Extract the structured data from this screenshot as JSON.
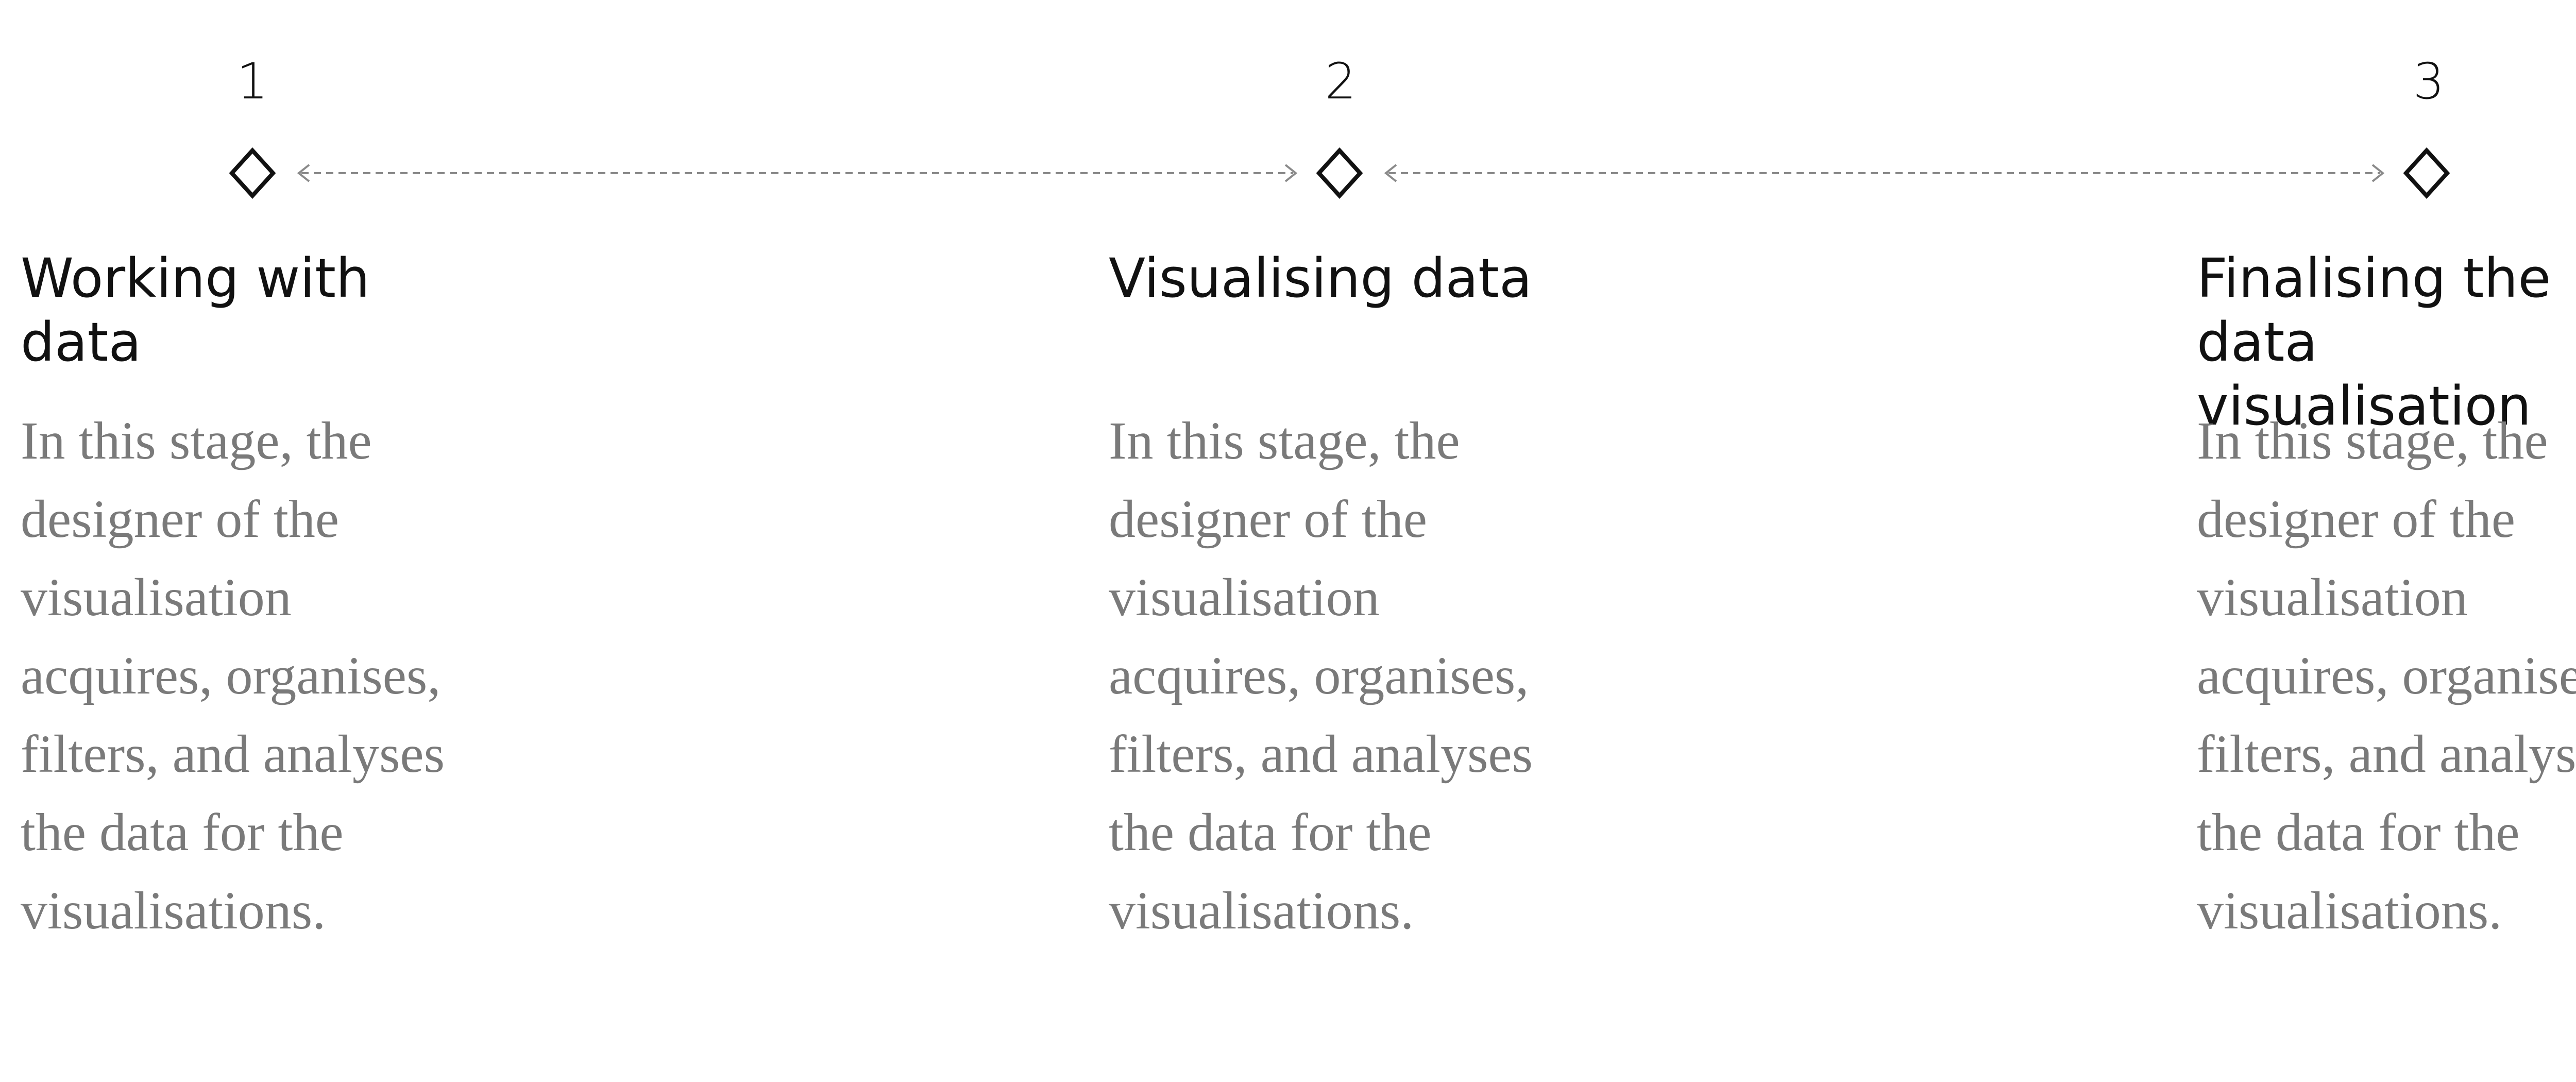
{
  "stages": [
    {
      "number": "1",
      "title": "Working with data",
      "description": "In this stage, the designer of the visualisation acquires, organises, filters, and analyses the data for the visualisations."
    },
    {
      "number": "2",
      "title": "Visualising data",
      "description": "In this stage, the designer of the visualisation acquires, organises, filters, and analyses the data for the visualisations."
    },
    {
      "number": "3",
      "title": "Finalising the data visualisation",
      "description": "In this stage, the designer of the visualisation acquires, organises, filters, and analyses the data for the visualisations."
    }
  ],
  "colors": {
    "text": "#111111",
    "muted": "#7a7a7a",
    "connector": "#8a8a8a"
  }
}
